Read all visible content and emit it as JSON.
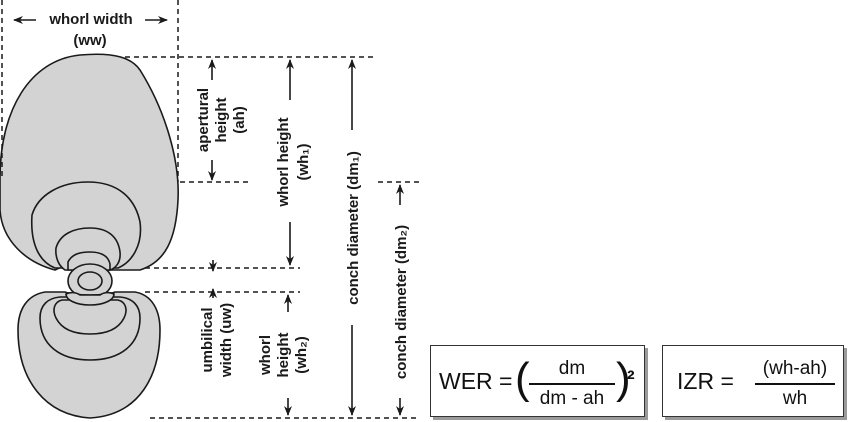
{
  "labels": {
    "whorl_width": "whorl width",
    "whorl_width_abbr": "(ww)",
    "apertural_height": [
      "apertural",
      "height",
      "(ah)"
    ],
    "whorl_height_1": [
      "whorl height",
      "(wh₁)"
    ],
    "conch_diameter_1": "conch diameter (dm₁)",
    "conch_diameter_2": "conch diameter (dm₂)",
    "umbilical_width": [
      "umbilical",
      "width (uw)"
    ],
    "whorl_height_2": [
      "whorl",
      "height",
      "(wh₂)"
    ]
  },
  "formulas": {
    "wer": {
      "lhs": "WER =",
      "numerator": "dm",
      "denominator": "dm - ah",
      "exponent": "²"
    },
    "izr": {
      "lhs": "IZR =",
      "numerator": "(wh-ah)",
      "denominator": "wh"
    }
  },
  "colors": {
    "shell_fill": "#d3d3d3",
    "ink": "#1a1a1a"
  }
}
